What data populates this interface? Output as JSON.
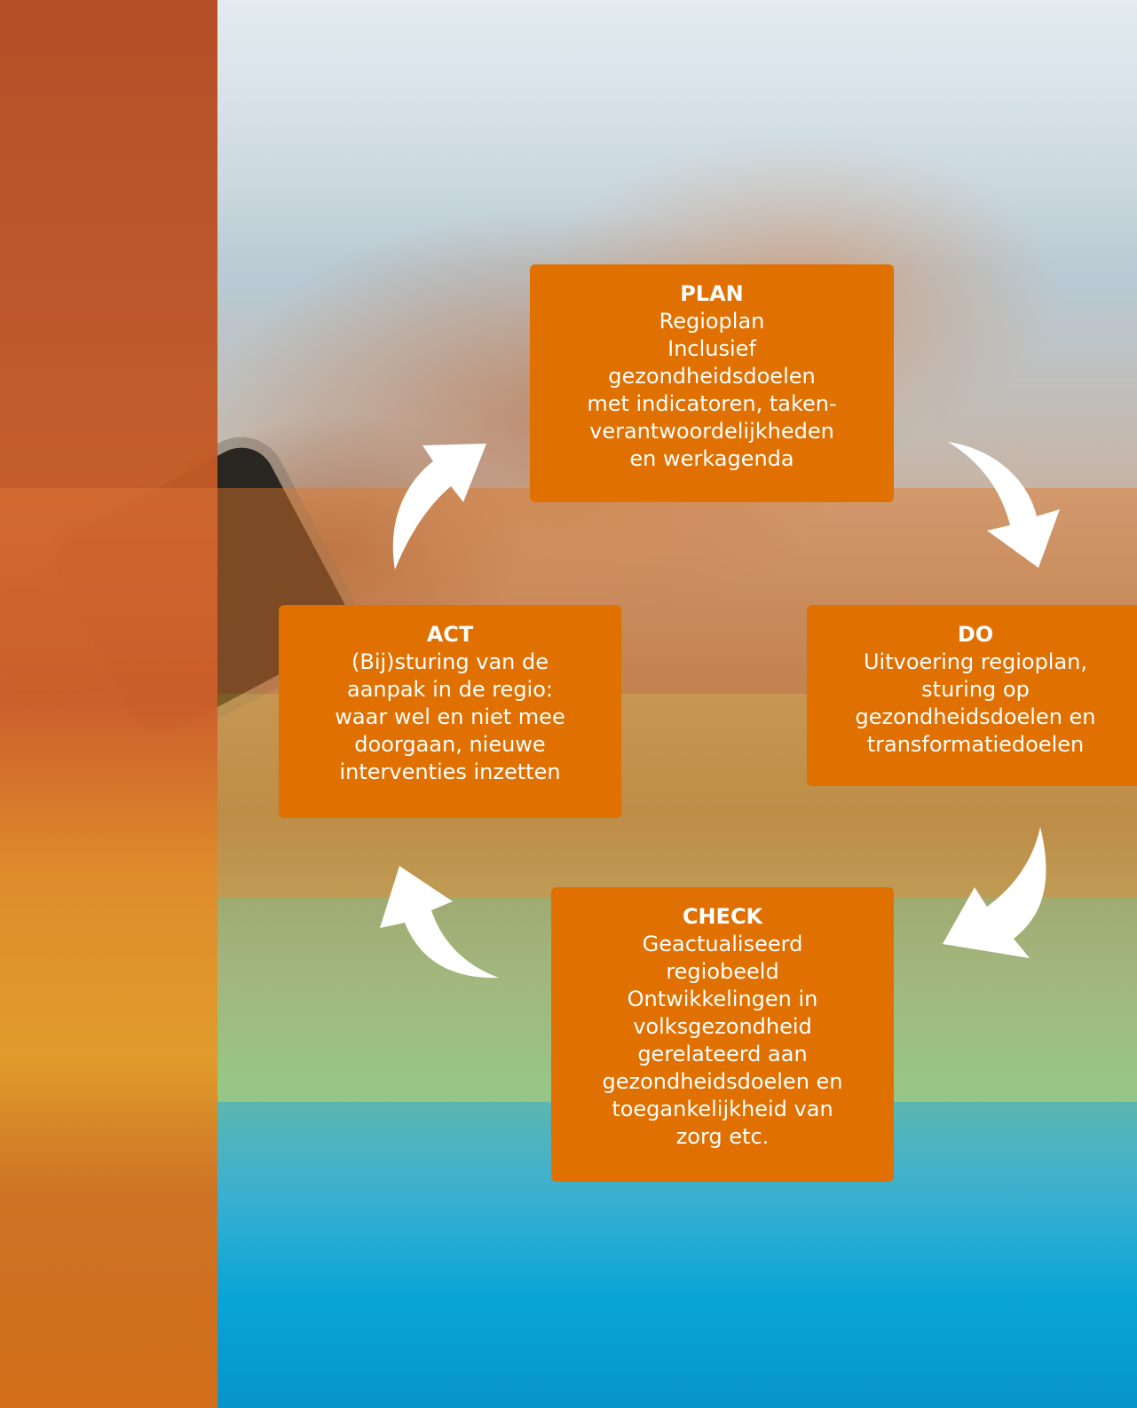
{
  "cycle": {
    "plan": {
      "title": "PLAN",
      "lines": [
        "Regioplan",
        "Inclusief",
        "gezondheidsdoelen",
        "met indicatoren, taken-",
        "verantwoordelijkheden",
        "en werkagenda"
      ]
    },
    "do": {
      "title": "DO",
      "lines": [
        "Uitvoering regioplan,",
        "sturing op",
        "gezondheidsdoelen en",
        "transformatiedoelen"
      ]
    },
    "check": {
      "title": "CHECK",
      "lines": [
        "Geactualiseerd",
        "regiobeeld",
        "Ontwikkelingen in",
        "volksgezondheid",
        "gerelateerd aan",
        "gezondheidsdoelen en",
        "toegankelijkheid van",
        "zorg etc."
      ]
    },
    "act": {
      "title": "ACT",
      "lines": [
        "(Bij)sturing van de",
        "aanpak in de regio:",
        "waar wel en niet mee",
        "doorgaan, nieuwe",
        "interventies inzetten"
      ]
    }
  },
  "colors": {
    "box": "#e07000",
    "box_text": "#ffffff",
    "arrow": "#ffffff",
    "left_strip": "#cc5e2a"
  },
  "icons": [
    "curved-arrow-icon"
  ]
}
